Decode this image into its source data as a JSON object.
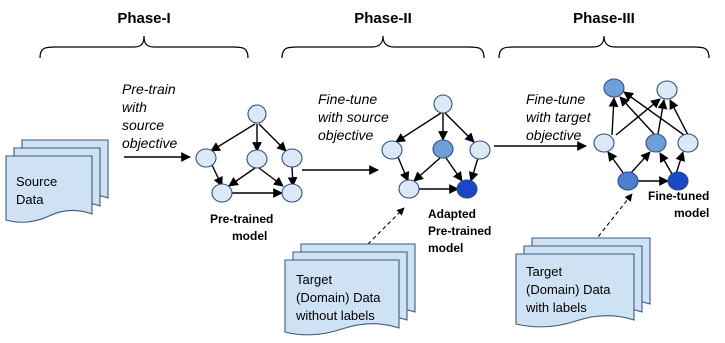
{
  "phases": {
    "phase1": "Phase-I",
    "phase2": "Phase-II",
    "phase3": "Phase-III"
  },
  "steps": {
    "step1": [
      "Pre-train",
      "with",
      "source",
      "objective"
    ],
    "step2": [
      "Fine-tune",
      "with source",
      "objective"
    ],
    "step3": [
      "Fine-tune",
      "with target",
      "objective"
    ]
  },
  "models": {
    "pretrained": [
      "Pre-trained",
      "model"
    ],
    "adapted": [
      "Adapted",
      "Pre-trained",
      "model"
    ],
    "finetuned": [
      "Fine-tuned",
      "model"
    ]
  },
  "data_stacks": {
    "source": [
      "Source",
      "Data"
    ],
    "target_unlabeled": [
      "Target",
      "(Domain) Data",
      "without labels"
    ],
    "target_labeled": [
      "Target",
      "(Domain) Data",
      "with labels"
    ]
  },
  "colors": {
    "node_light": "#dde8f7",
    "node_medium": "#6f9fd8",
    "node_dark": "#1a47c8",
    "doc_fill": "#cfe2f3"
  }
}
